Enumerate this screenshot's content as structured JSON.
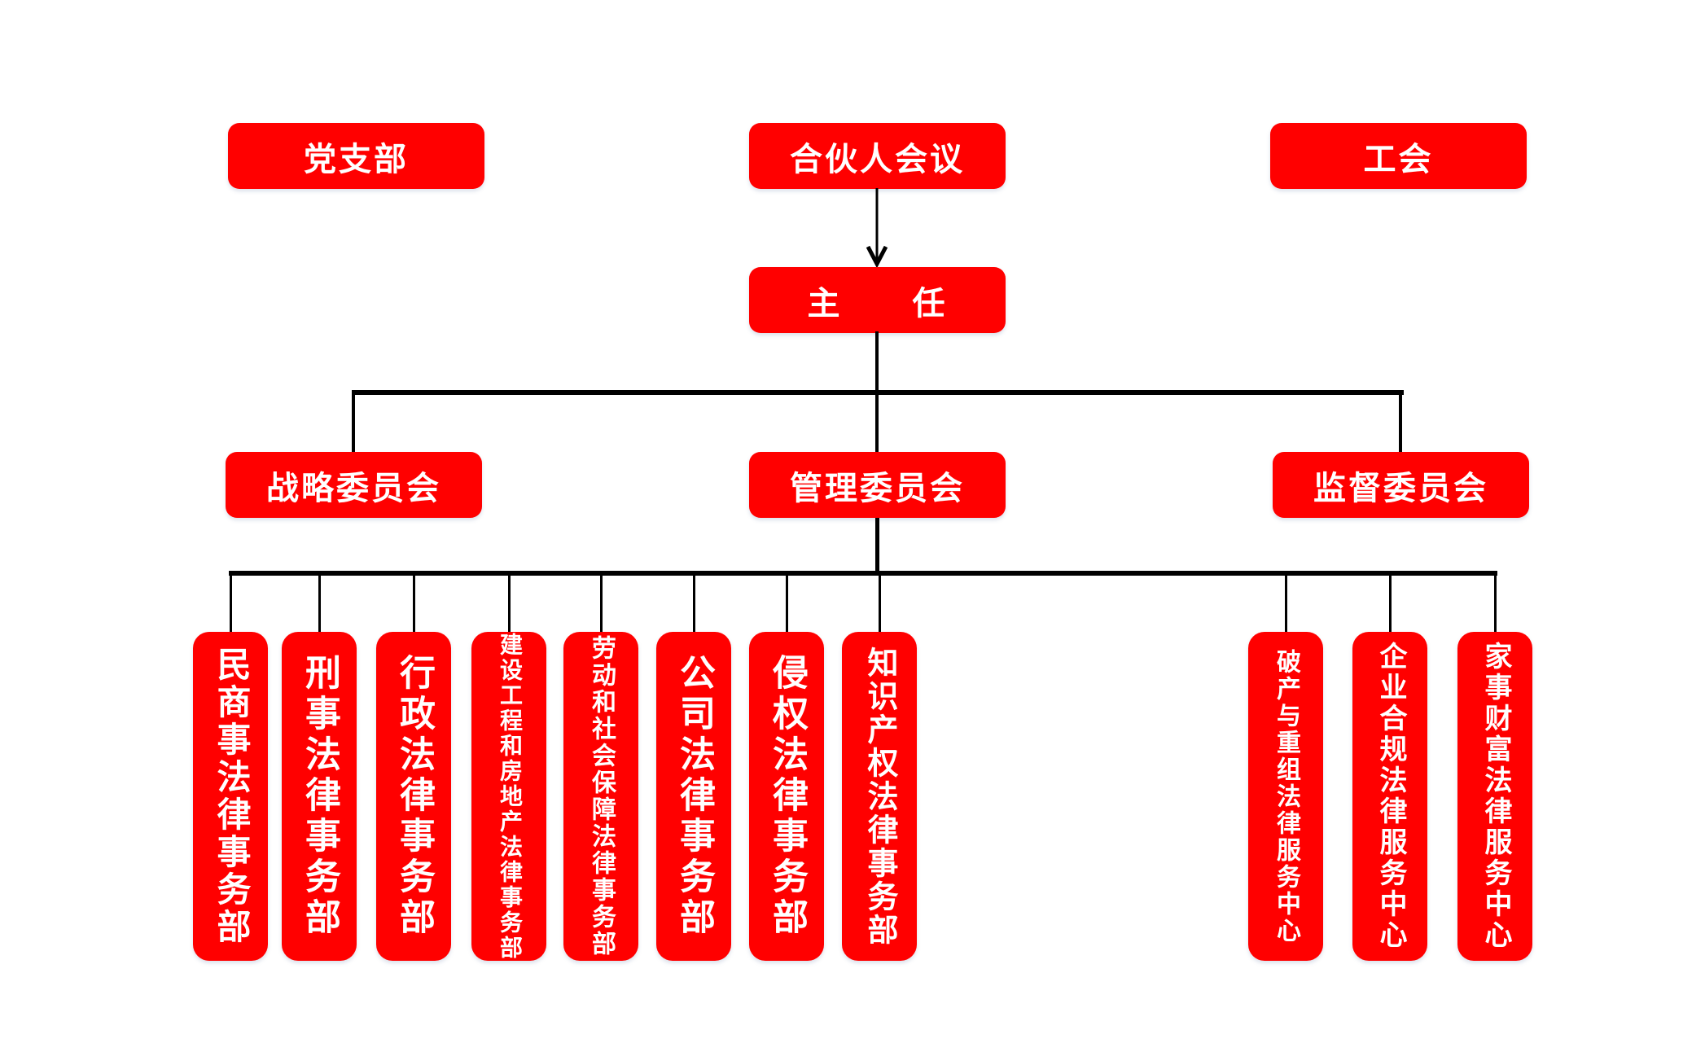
{
  "colors": {
    "box_red": "#FF0000",
    "text_white": "#FFFFFF",
    "line_black": "#000000"
  },
  "top_row": {
    "party_branch": "党支部",
    "partners_meeting": "合伙人会议",
    "labor_union": "工会"
  },
  "director": {
    "label": "主　　任"
  },
  "committees": [
    {
      "label": "战略委员会"
    },
    {
      "label": "管理委员会"
    },
    {
      "label": "监督委员会"
    }
  ],
  "departments": [
    {
      "label": "民商事法律事务部"
    },
    {
      "label": "刑事法律事务部"
    },
    {
      "label": "行政法律事务部"
    },
    {
      "label": "建设工程和房地产法律事务部"
    },
    {
      "label": "劳动和社会保障法律事务部"
    },
    {
      "label": "公司法律事务部"
    },
    {
      "label": "侵权法律事务部"
    },
    {
      "label": "知识产权法律事务部"
    }
  ],
  "service_centers": [
    {
      "label": "破产与重组法律服务中心"
    },
    {
      "label": "企业合规法律服务中心"
    },
    {
      "label": "家事财富法律服务中心"
    }
  ]
}
